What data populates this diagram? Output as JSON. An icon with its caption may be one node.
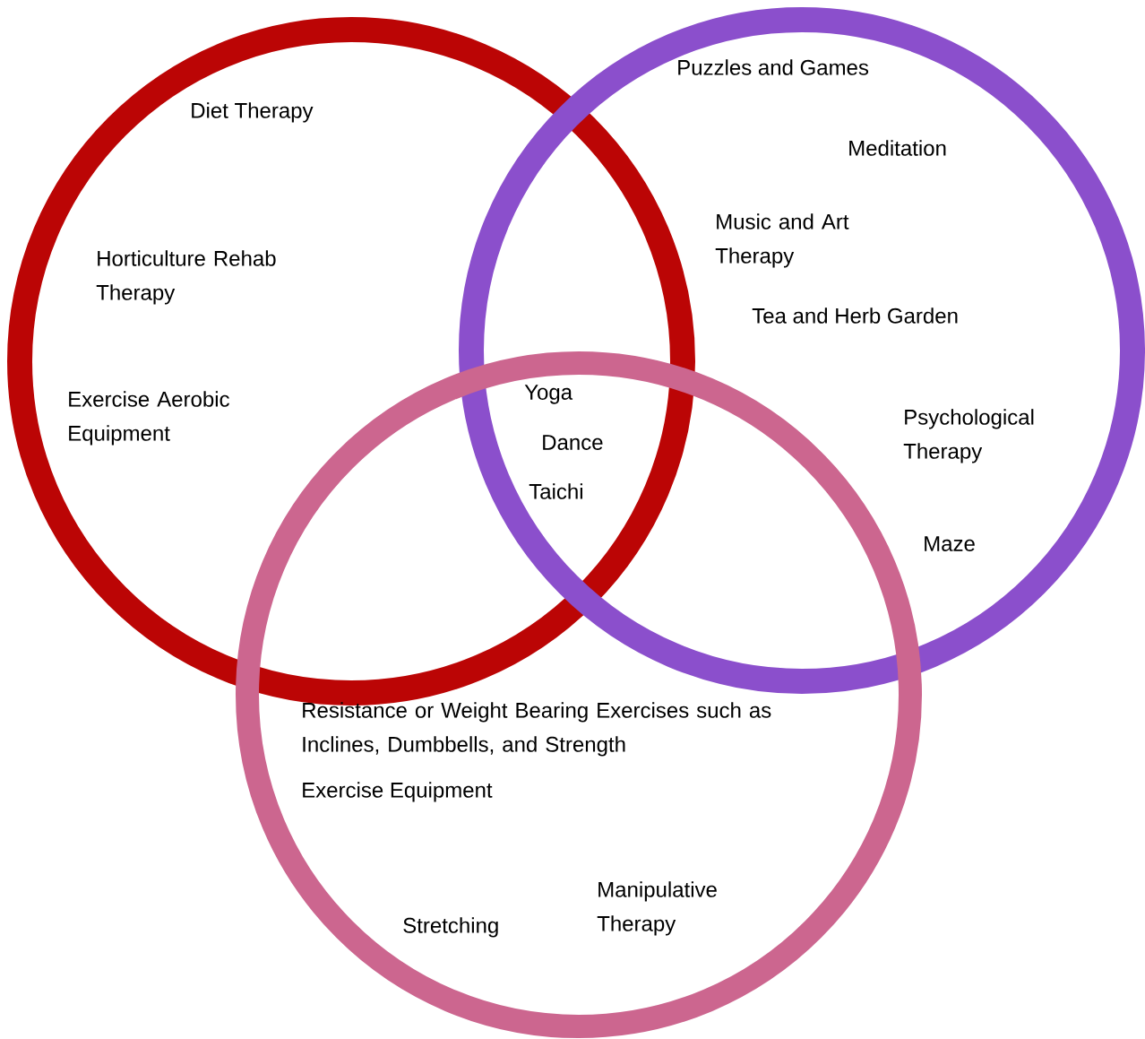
{
  "diagram": {
    "nodes": [
      {
        "text": [],
        "shape": "circle"
      },
      {
        "text": [],
        "shape": "circle"
      },
      {
        "text": [],
        "shape": "circle"
      }
    ],
    "labels": [
      "Diet Therapy",
      "Horticulture Rehab Therapy",
      "Exercise Aerobic Equipment",
      "Puzzles and Games",
      "Meditation",
      "Music and Art Therapy",
      "Tea and Herb Garden",
      "Psychological Therapy",
      "Maze",
      "Yoga",
      "Dance",
      "Taichi",
      "Resistance or Weight Bearing Exercises such as Inclines, Dumbbells, and Strength",
      "Exercise Equipment",
      "Stretching",
      "Manipulative Therapy"
    ]
  }
}
